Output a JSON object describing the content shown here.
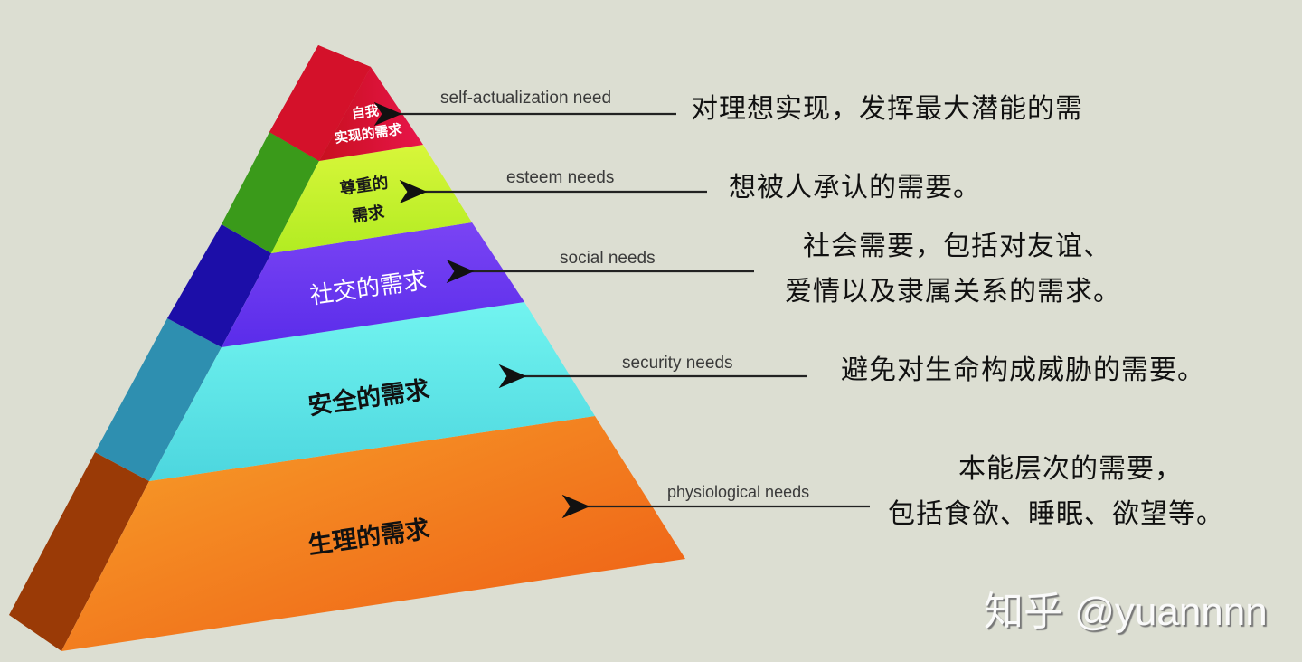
{
  "diagram": {
    "type": "maslow-hierarchy-pyramid",
    "levels": [
      {
        "label_zh": "自我实现的需求",
        "label_zh_line1": "自我",
        "label_zh_line2": "实现的需求",
        "label_en": "self-actualization need",
        "description": "对理想实现，发挥最大潜能的需",
        "front_color": "#d4112a",
        "side_color": "#b8101f"
      },
      {
        "label_zh": "尊重的需求",
        "label_zh_line1": "尊重的",
        "label_zh_line2": "需求",
        "label_en": "esteem needs",
        "description": "想被人承认的需要。",
        "front_color": "#c2f22a",
        "side_color": "#3a9a1a"
      },
      {
        "label_zh": "社交的需求",
        "label_en": "social needs",
        "description_line1": "社会需要，包括对友谊、",
        "description_line2": "爱情以及隶属关系的需求。",
        "front_color": "#6a3cf2",
        "side_color": "#1c0ea8"
      },
      {
        "label_zh": "安全的需求",
        "label_en": "security needs",
        "description": "避免对生命构成威胁的需要。",
        "front_color": "#5ce8e8",
        "side_color": "#2e8fb0"
      },
      {
        "label_zh": "生理的需求",
        "label_en": "physiological needs",
        "description_line1": "本能层次的需要，",
        "description_line2": "包括食欲、睡眠、欲望等。",
        "front_color": "#f58c1e",
        "side_color": "#9a3a06"
      }
    ]
  },
  "watermark": "知乎 @yuannnn"
}
